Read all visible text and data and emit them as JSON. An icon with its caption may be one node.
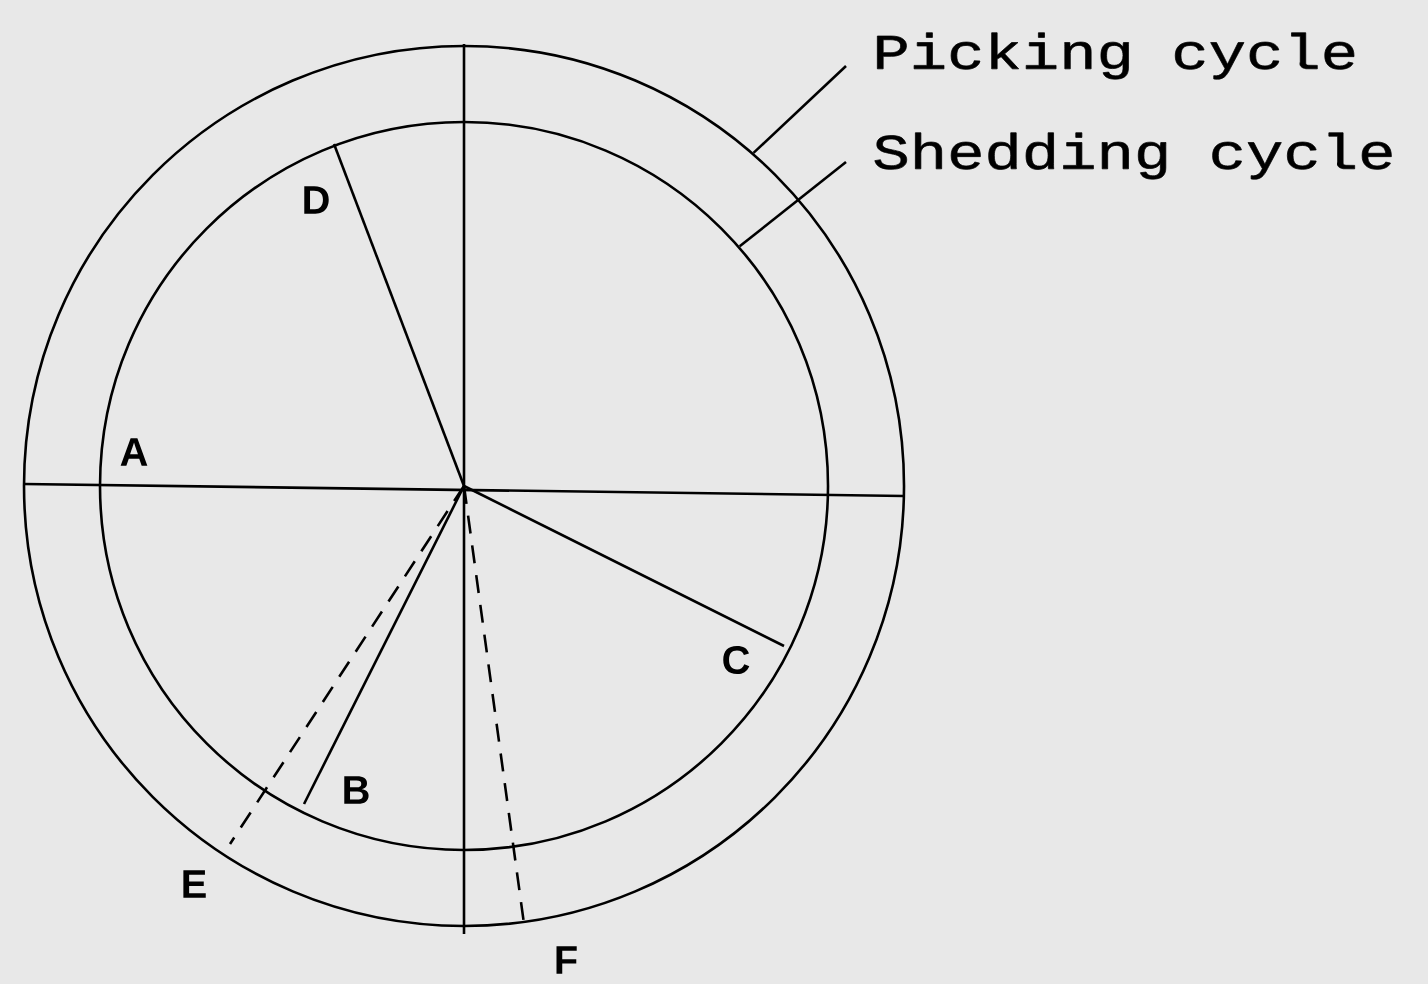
{
  "diagram": {
    "nodes": [
      {
        "text": [
          "Picking cycle"
        ]
      },
      {
        "text": [
          "Shedding cycle"
        ]
      },
      {
        "text": [],
        "shape": "circle"
      },
      {
        "text": [],
        "shape": "circle",
        "in": 2
      }
    ],
    "edges": [
      {
        "from": 0,
        "to": 2,
        "arrow": "none"
      },
      {
        "from": 1,
        "to": 3,
        "arrow": "none"
      }
    ],
    "labels": [
      "D",
      "A",
      "C",
      "B",
      "E",
      "F"
    ]
  }
}
